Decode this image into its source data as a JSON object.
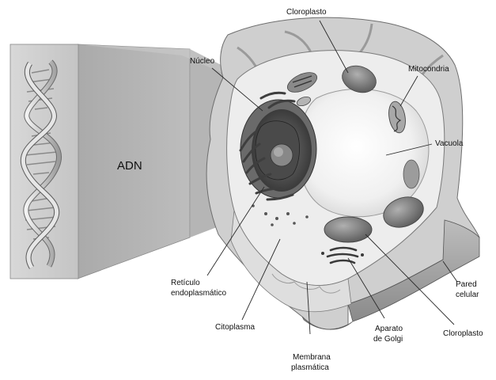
{
  "diagram": {
    "labels": {
      "adn": "ADN",
      "cloroplasto_top": "Cloroplasto",
      "nucleo": "Núcleo",
      "mitocondria": "Mitocondria",
      "vacuola": "Vacuola",
      "reticulo_1": "Retículo",
      "reticulo_2": "endoplasmático",
      "citoplasma": "Citoplasma",
      "membrana_1": "Membrana",
      "membrana_2": "plasmática",
      "aparato_1": "Aparato",
      "aparato_2": "de Golgi",
      "cloroplasto_bottom": "Cloroplasto",
      "pared_1": "Pared",
      "pared_2": "celular"
    },
    "icons": [
      "dna-helix-icon",
      "plant-cell-icon"
    ]
  }
}
